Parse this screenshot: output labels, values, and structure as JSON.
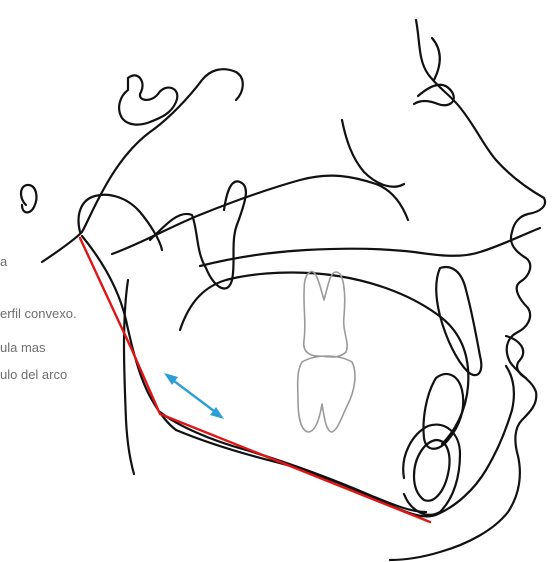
{
  "notes": {
    "line1": "a",
    "line2": "erfil convexo.",
    "line3": "ula mas",
    "line4": "ulo del arco"
  },
  "colors": {
    "outline": "#111111",
    "mandibular_plane": "#e01515",
    "measure_arrow": "#2a9fd6",
    "note_text": "#6e6e6e"
  }
}
